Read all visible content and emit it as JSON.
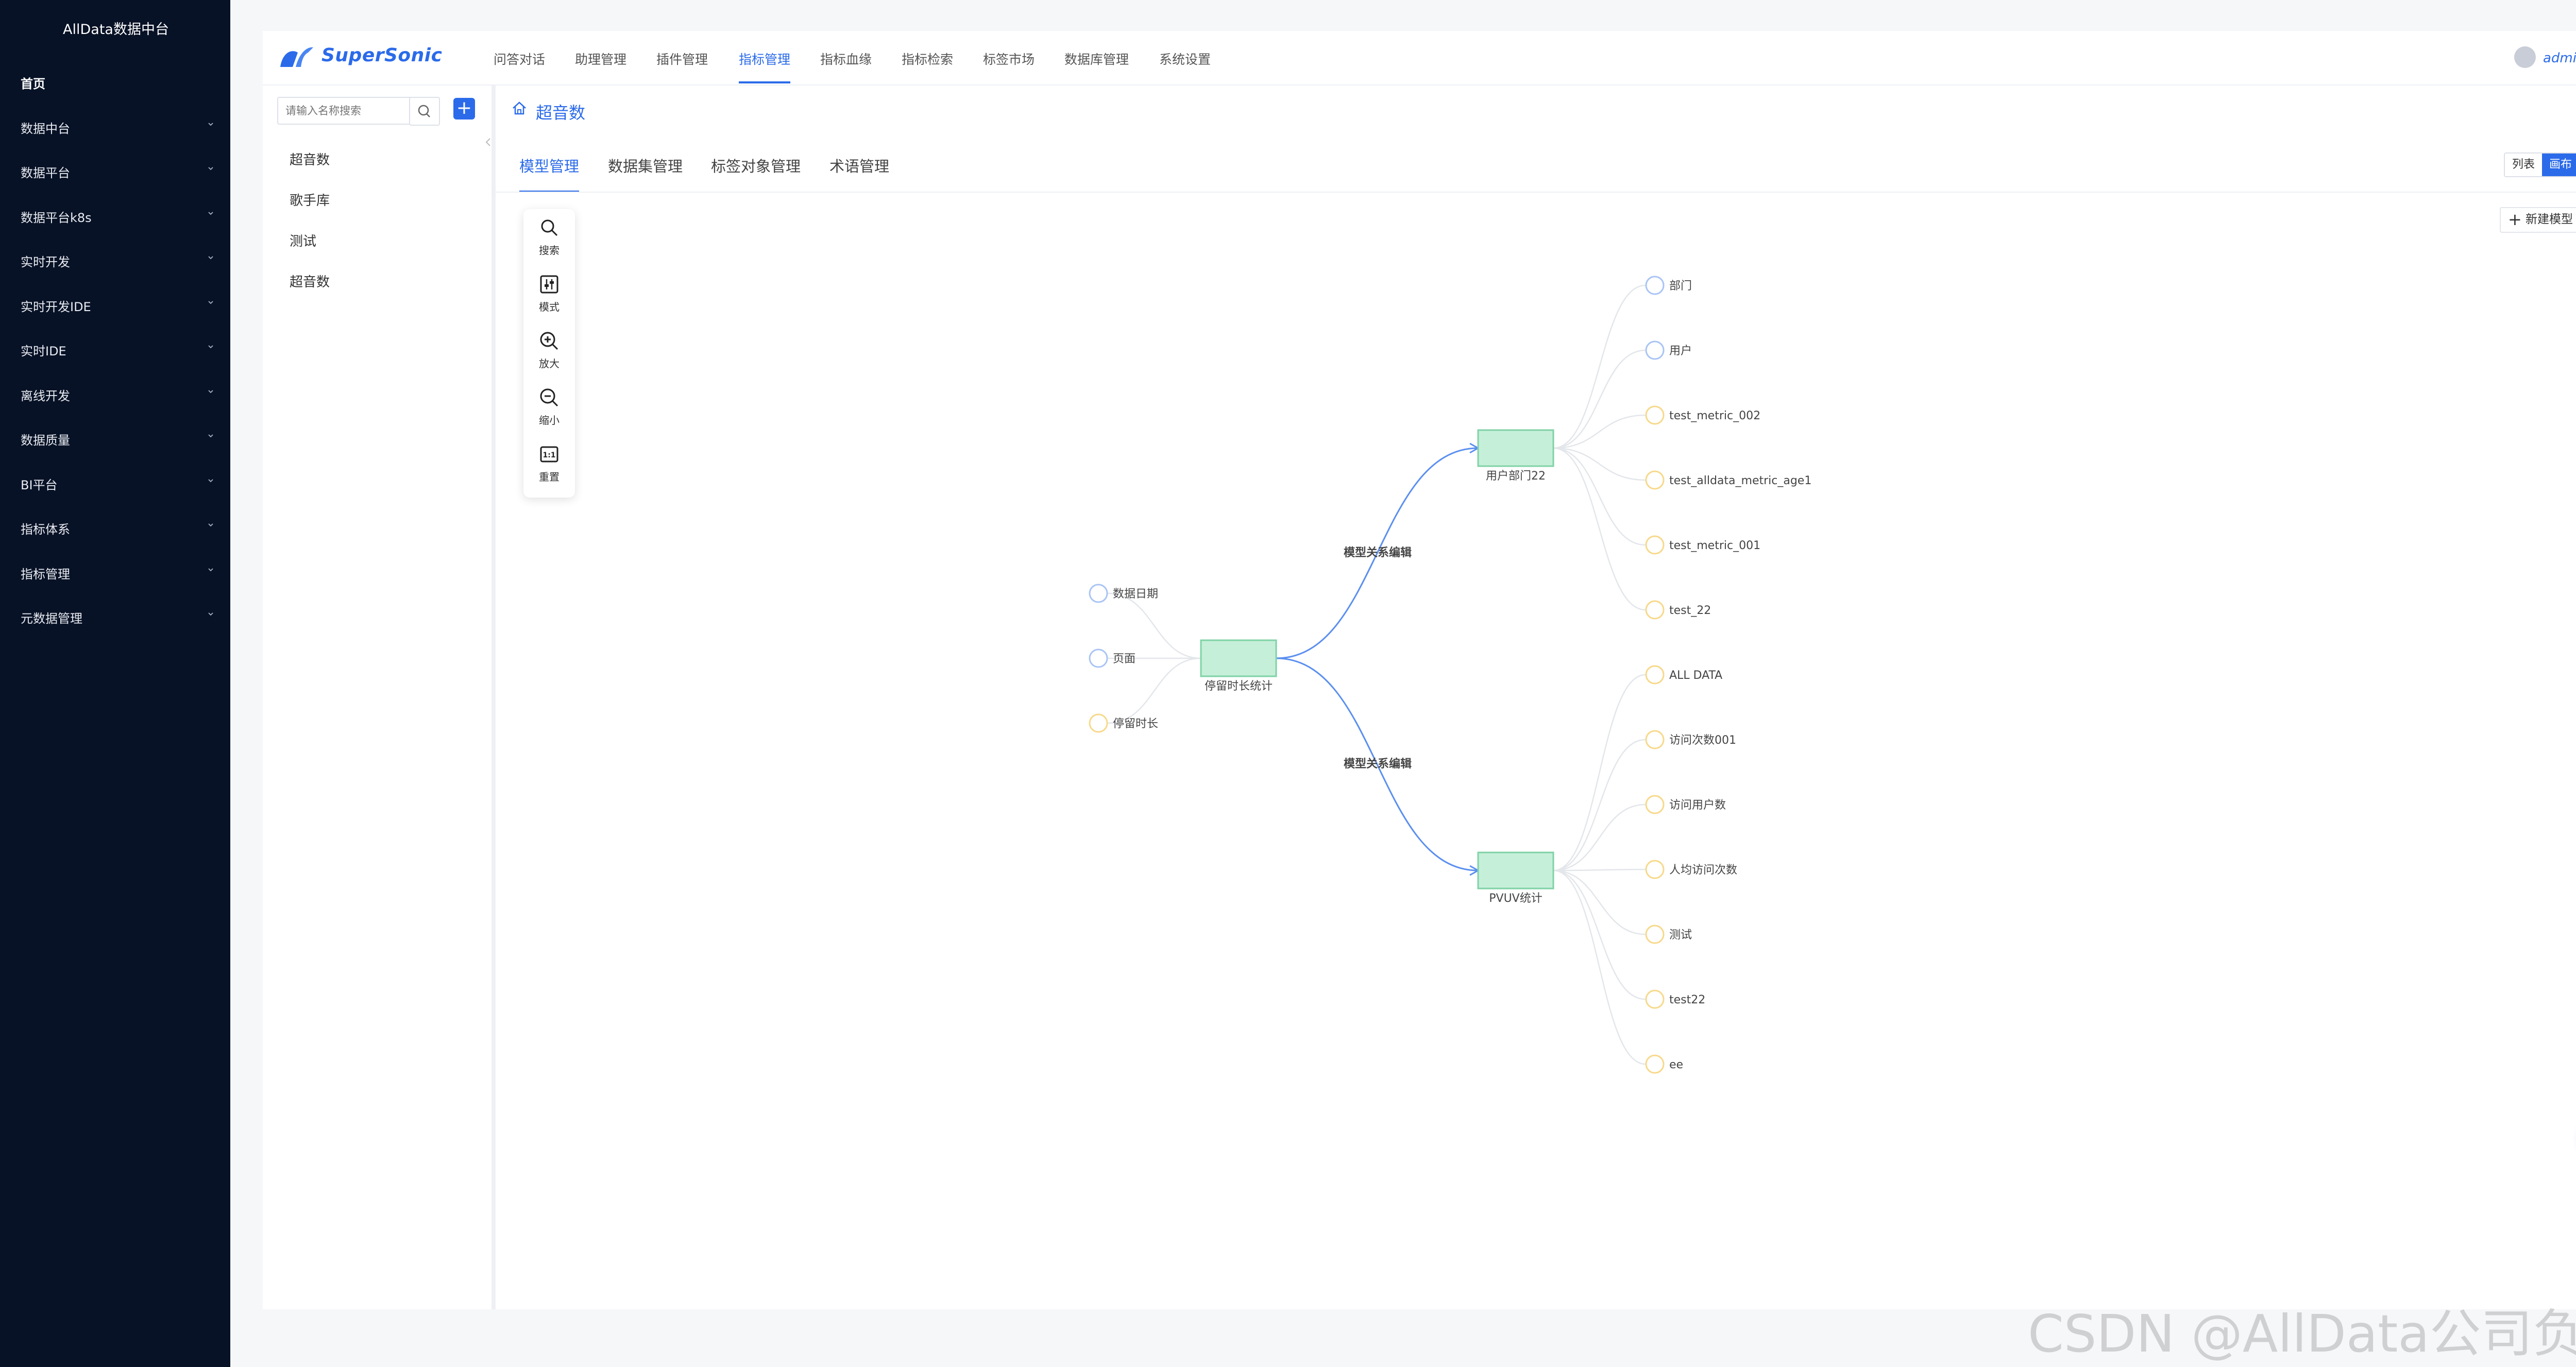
{
  "sidebar": {
    "title": "AllData数据中台",
    "items": [
      {
        "label": "首页"
      },
      {
        "label": "数据中台"
      },
      {
        "label": "数据平台"
      },
      {
        "label": "数据平台k8s"
      },
      {
        "label": "实时开发"
      },
      {
        "label": "实时开发IDE"
      },
      {
        "label": "实时IDE"
      },
      {
        "label": "离线开发"
      },
      {
        "label": "数据质量"
      },
      {
        "label": "BI平台"
      },
      {
        "label": "指标体系"
      },
      {
        "label": "指标管理"
      },
      {
        "label": "元数据管理"
      }
    ]
  },
  "header": {
    "logo": "SuperSonic",
    "nav": [
      "问答对话",
      "助理管理",
      "插件管理",
      "指标管理",
      "指标血缘",
      "指标检索",
      "标签市场",
      "数据库管理",
      "系统设置"
    ],
    "active_nav": "指标管理",
    "user": "admin",
    "brand_color": "#2b6bea"
  },
  "tree": {
    "search_placeholder": "请输入名称搜索",
    "items": [
      "超音数",
      "歌手库",
      "测试",
      "超音数"
    ]
  },
  "content": {
    "breadcrumb": "超音数",
    "tabs": [
      "模型管理",
      "数据集管理",
      "标签对象管理",
      "术语管理"
    ],
    "active_tab": "模型管理",
    "view_list": "列表",
    "view_canvas": "画布",
    "new_model": "新建模型"
  },
  "toolbar": [
    {
      "label": "搜索",
      "icon": "search-icon"
    },
    {
      "label": "模式",
      "icon": "mode-icon"
    },
    {
      "label": "放大",
      "icon": "zoom-in-icon"
    },
    {
      "label": "缩小",
      "icon": "zoom-out-icon"
    },
    {
      "label": "重置",
      "icon": "reset-icon"
    }
  ],
  "graph": {
    "models": [
      {
        "label": "停留时长统计"
      },
      {
        "label": "用户部门22"
      },
      {
        "label": "PVUV统计"
      }
    ],
    "edge_label": "模型关系编辑",
    "left_fields": [
      {
        "label": "数据日期",
        "kind": "dimension"
      },
      {
        "label": "页面",
        "kind": "dimension"
      },
      {
        "label": "停留时长",
        "kind": "metric"
      }
    ],
    "top_fields": [
      {
        "label": "部门",
        "kind": "dimension"
      },
      {
        "label": "用户",
        "kind": "dimension"
      },
      {
        "label": "test_metric_002",
        "kind": "metric"
      },
      {
        "label": "test_alldata_metric_age1",
        "kind": "metric"
      },
      {
        "label": "test_metric_001",
        "kind": "metric"
      },
      {
        "label": "test_22",
        "kind": "metric"
      }
    ],
    "bottom_fields": [
      {
        "label": "ALL DATA",
        "kind": "metric"
      },
      {
        "label": "访问次数001",
        "kind": "metric"
      },
      {
        "label": "访问用户数",
        "kind": "metric"
      },
      {
        "label": "人均访问次数",
        "kind": "metric"
      },
      {
        "label": "测试",
        "kind": "metric"
      },
      {
        "label": "test22",
        "kind": "metric"
      },
      {
        "label": "ee",
        "kind": "metric"
      }
    ],
    "colors": {
      "dimension": "#a9c4f5",
      "metric": "#f7d98b",
      "model_fill": "#c6efd9",
      "model_stroke": "#7fd2a6",
      "edge": "#5b8ff0",
      "leaf_edge": "#e3e6ea"
    }
  },
  "watermark": "CSDN @AllData公司负责人"
}
